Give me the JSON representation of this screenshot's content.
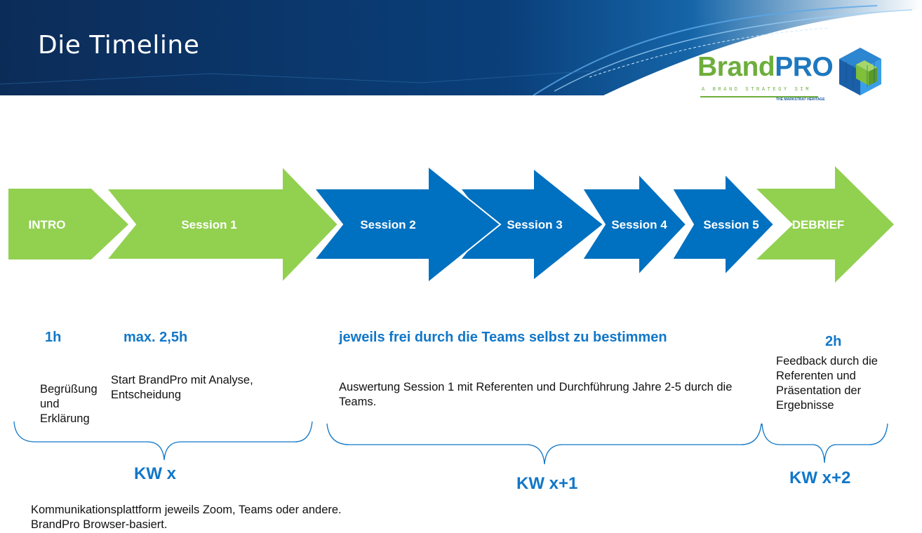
{
  "header": {
    "title": "Die Timeline"
  },
  "logo": {
    "word_part1": "Brand",
    "word_part2": "PRO",
    "tagline": "A BRAND STRATEGY SIM",
    "subline": "THE MARKSTRAT HERITAGE"
  },
  "colors": {
    "green": "#92d050",
    "blue": "#0070c0",
    "text_blue": "#1177c8"
  },
  "timeline": {
    "stages": [
      {
        "label": "INTRO",
        "color": "green"
      },
      {
        "label": "Session 1",
        "color": "green"
      },
      {
        "label": "Session 2",
        "color": "blue"
      },
      {
        "label": "Session 3",
        "color": "blue"
      },
      {
        "label": "Session 4",
        "color": "blue"
      },
      {
        "label": "Session 5",
        "color": "blue"
      },
      {
        "label": "DEBRIEF",
        "color": "green"
      }
    ],
    "durations": {
      "intro": "1h",
      "session1": "max. 2,5h",
      "sessions": "jeweils frei durch die Teams selbst zu bestimmen",
      "debrief": "2h"
    },
    "descriptions": {
      "intro": "Begrüßung und Erklärung",
      "session1": "Start BrandPro mit Analyse, Entscheidung",
      "sessions": "Auswertung Session 1 mit Referenten und Durchführung Jahre 2-5 durch die Teams.",
      "debrief": "Feedback durch die Referenten und Präsentation der Ergebnisse"
    },
    "weeks": {
      "kw1": "KW x",
      "kw2": "KW x+1",
      "kw3": "KW x+2"
    }
  },
  "footer": {
    "line1": "Kommunikationsplattform jeweils Zoom, Teams oder andere.",
    "line2": "BrandPro Browser-basiert."
  }
}
